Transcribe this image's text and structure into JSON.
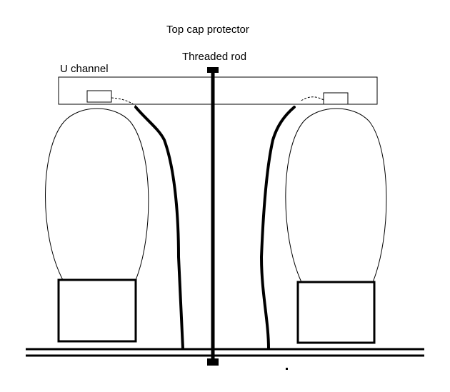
{
  "labels": {
    "top_cap_protector": "Top cap protector",
    "threaded_rod": "Threaded rod",
    "u_channel": "U channel"
  },
  "colors": {
    "line": "#000000",
    "background": "#ffffff"
  }
}
